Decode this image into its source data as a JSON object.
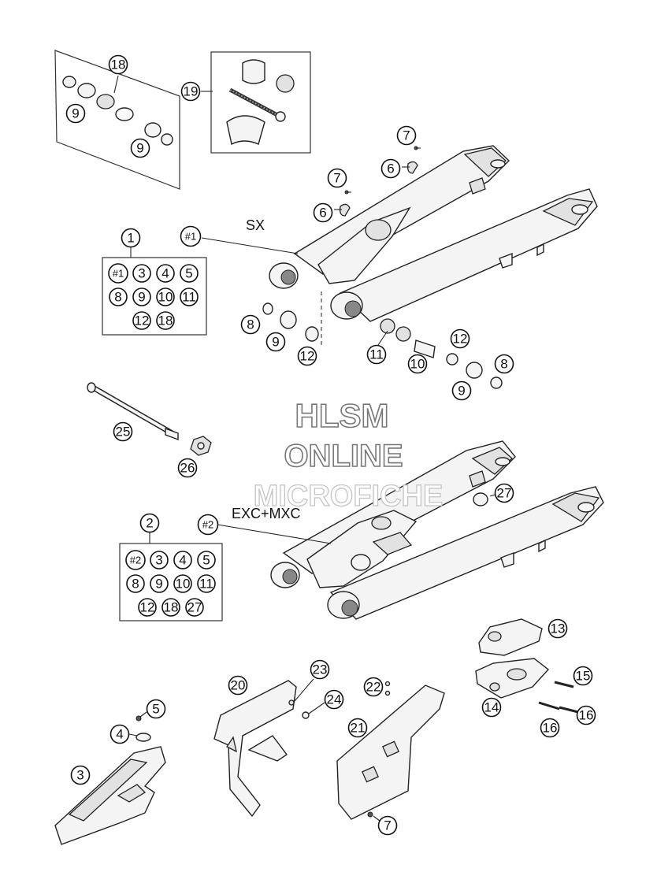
{
  "variants": {
    "sx": "SX",
    "exc": "EXC+MXC"
  },
  "watermark": {
    "line1": "HLSM",
    "line2": "ONLINE",
    "line3": "MICROFICHE"
  },
  "callouts": {
    "c18": "18",
    "c9a": "9",
    "c9b": "9",
    "c19": "19",
    "c7a": "7",
    "c6a": "6",
    "c7b": "7",
    "c6b": "6",
    "c1": "1",
    "sx_ref": "#1",
    "c8a": "8",
    "c9c": "9",
    "c12a": "12",
    "c11a": "11",
    "c10a": "10",
    "c12b": "12",
    "c8b": "8",
    "c9d": "9",
    "c25": "25",
    "c26": "26",
    "c27": "27",
    "c2": "2",
    "exc_ref": "#2",
    "c13": "13",
    "c14": "14",
    "c15": "15",
    "c16a": "16",
    "c16b": "16",
    "c20": "20",
    "c23": "23",
    "c24": "24",
    "c22": "22",
    "c21": "21",
    "c5": "5",
    "c4": "4",
    "c3": "3",
    "c7c": "7"
  },
  "kit1": {
    "rows": [
      [
        "#1",
        "3",
        "4",
        "5"
      ],
      [
        "8",
        "9",
        "10",
        "11"
      ],
      [
        "12",
        "18"
      ]
    ]
  },
  "kit2": {
    "rows": [
      [
        "#2",
        "3",
        "4",
        "5"
      ],
      [
        "8",
        "9",
        "10",
        "11"
      ],
      [
        "12",
        "18",
        "27"
      ]
    ]
  }
}
